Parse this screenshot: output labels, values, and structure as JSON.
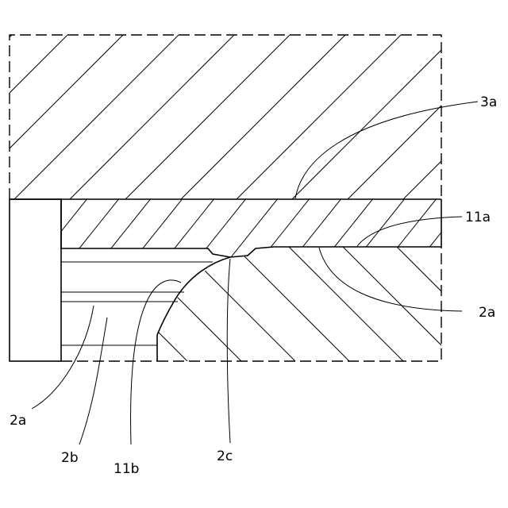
{
  "labels": {
    "label_3a": "3a",
    "label_11a": "11a",
    "label_2a_right": "2a",
    "label_2a_left": "2a",
    "label_2b": "2b",
    "label_11b": "11b",
    "label_2c": "2c"
  },
  "colors": {
    "line": "#000000",
    "background": "#ffffff"
  }
}
